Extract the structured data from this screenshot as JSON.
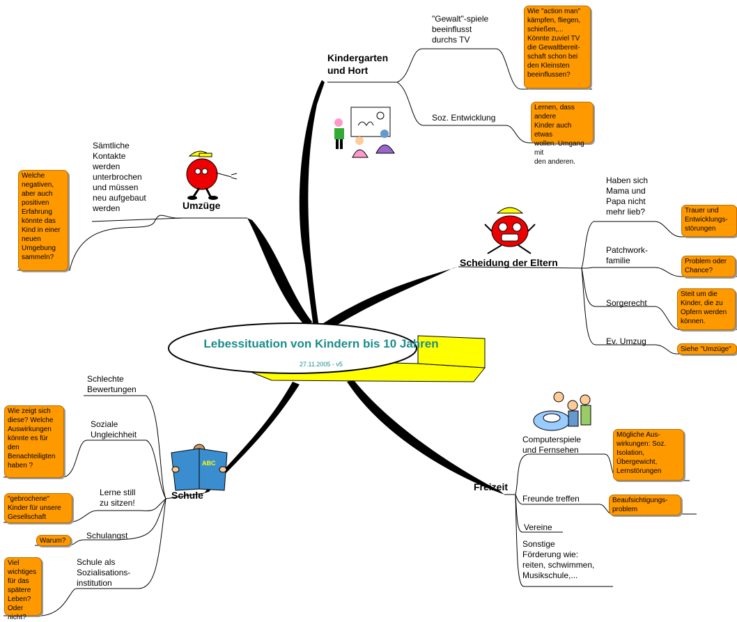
{
  "center": {
    "title": "Lebessituation von Kindern bis 10 Jahren",
    "date": "27.11.2005 - v5"
  },
  "branches": {
    "kindergarten": {
      "label": "Kindergarten\nund Hort",
      "gewalt": "\"Gewalt\"-spiele\nbeeinflusst\ndurchs TV",
      "gewalt_note": "Wie \"action man\"\nkämpfen, fliegen,\nschießen,...\nKönnte zuviel TV\ndie Gewaltbereit-\nschaft schon bei\nden Kleinsten\nbeeinflussen?",
      "soz": "Soz. Entwicklung",
      "soz_note": "Lernen, dass andere\nKinder auch etwas\nwollen. Umgang mit\nden anderen."
    },
    "umzuege": {
      "label": "Umzüge",
      "kontakte": "Sämtliche\nKontakte\nwerden\nunterbrochen\nund müssen\nneu aufgebaut\nwerden",
      "note": "Welche\nnegativen,\naber auch\npositiven\nErfahrung\nkönnte das\nKind in einer\nneuen\nUmgebung\nsammeln?"
    },
    "scheidung": {
      "label": "Scheidung der Eltern",
      "mama": "Haben sich\nMama und\nPapa nicht\nmehr lieb?",
      "mama_note": "Trauer und\nEntwicklungs-\nstörungen",
      "patchwork": "Patchwork-\nfamilie",
      "patchwork_note": "Problem oder\nChance?",
      "sorge": "Sorgerecht",
      "sorge_note": "Steit um die\nKinder, die zu\nOpfern werden\nkönnen.",
      "umzug": "Ev. Umzug",
      "umzug_note": "Siehe \"Umzüge\""
    },
    "schule": {
      "label": "Schule",
      "bewertungen": "Schlechte\nBewertungen",
      "ungleichheit": "Soziale\nUngleichheit",
      "ungleichheit_note": "Wie zeigt sich\ndiese? Welche\nAuswirkungen\nkönnte es für\nden\nBenachteiligten\nhaben ?",
      "sitzen": "Lerne still\nzu sitzen!",
      "sitzen_note": "\"gebrochene\"\nKinder für unsere\nGesellschaft",
      "angst": "Schulangst",
      "angst_note": "Warum?",
      "institution": "Schule als\nSozialisations-\ninstitution",
      "institution_note": "Viel\nwichtiges\nfür das\nspätere\nLeben?\nOder nicht?",
      "book_text": "ABC"
    },
    "freizeit": {
      "label": "Freizeit",
      "computer": "Computerspiele\nund Fernsehen",
      "computer_note": "Mögliche  Aus-\nwirkungen: Soz.\nIsolation,\nÜbergewicht,\nLernstörungen",
      "freunde": "Freunde treffen",
      "freunde_note": "Beaufsichtigungs-\nproblem",
      "vereine": "Vereine",
      "sonstige": "Sonstige\nFörderung wie:\nreiten, schwimmen,\nMusikschule,..."
    }
  },
  "colors": {
    "note": "#ff9900",
    "title": "#1a8c8c",
    "highlight": "#ffff00"
  },
  "icons": [
    "kids-drawing-icon",
    "running-apple-icon",
    "crying-figure-icon",
    "reading-book-icon",
    "kids-computer-icon"
  ]
}
